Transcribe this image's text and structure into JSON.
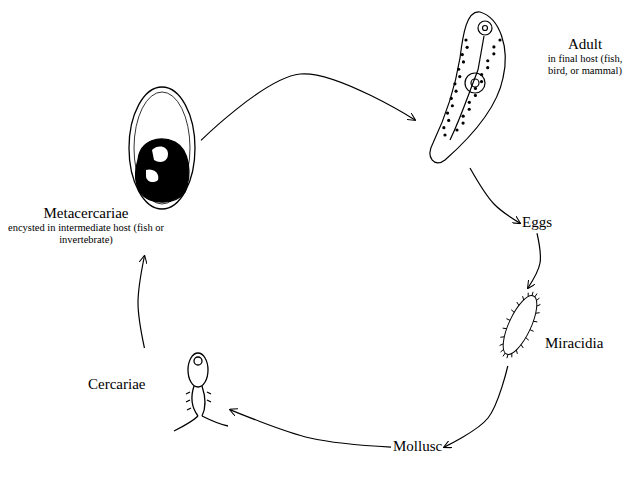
{
  "diagram": {
    "nodes": [
      {
        "text": [
          "Adult",
          "in final host (fish, bird, or mammal)"
        ]
      },
      {
        "text": [
          "Eggs"
        ]
      },
      {
        "text": [
          "Miracidia"
        ]
      },
      {
        "text": [
          "Mollusc"
        ]
      },
      {
        "text": [
          "Cercariae"
        ]
      },
      {
        "text": [
          "Metacercariae",
          "encysted in intermediate host (fish or invertebrate)"
        ]
      }
    ],
    "edges": [
      {
        "from": 5,
        "to": 0,
        "arrow": "to"
      },
      {
        "from": 0,
        "to": 1,
        "arrow": "to"
      },
      {
        "from": 1,
        "to": 2,
        "arrow": "to"
      },
      {
        "from": 2,
        "to": 3,
        "arrow": "to"
      },
      {
        "from": 3,
        "to": 4,
        "arrow": "to"
      },
      {
        "from": 4,
        "to": 5,
        "arrow": "to"
      }
    ]
  }
}
